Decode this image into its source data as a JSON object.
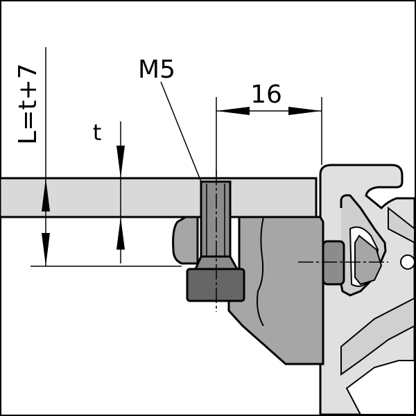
{
  "labels": {
    "screw_size": "M5",
    "offset_dim": "16",
    "thickness": "t",
    "length_formula": "L=t+7"
  },
  "colors": {
    "panel": "#d9d9d9",
    "profile": "#e0e0e0",
    "bracket": "#a6a6a6",
    "screw": "#8c8c8c",
    "screw_head": "#666666",
    "stroke": "#000000",
    "frame": "#000000"
  }
}
